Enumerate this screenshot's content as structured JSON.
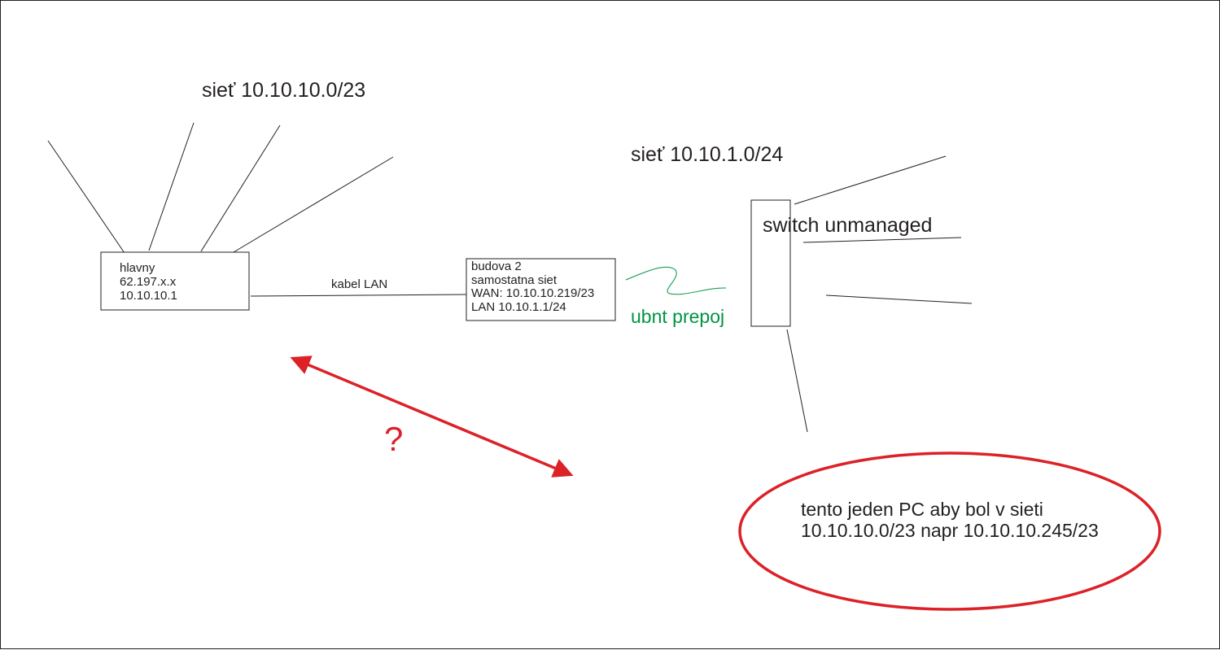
{
  "colors": {
    "ink": "#231f20",
    "alert": "#dc2127",
    "wireless": "#009443",
    "background": "#ffffff"
  },
  "networks": {
    "main_label": "sieť 10.10.10.0/23",
    "building_label": "sieť 10.10.1.0/24"
  },
  "main_router": {
    "lines": [
      "hlavny",
      "62.197.x.x",
      "10.10.10.1"
    ]
  },
  "building_router": {
    "lines": [
      "budova 2",
      "samostatna siet",
      "WAN: 10.10.10.219/23",
      "LAN 10.10.1.1/24"
    ]
  },
  "cable": {
    "label": "kabel LAN"
  },
  "wireless_link": {
    "label": "ubnt prepoj"
  },
  "switch": {
    "label": "switch unmanaged"
  },
  "question": {
    "label": "?"
  },
  "target_pc": {
    "lines": [
      "tento jeden PC aby bol v sieti",
      "10.10.10.0/23 napr 10.10.10.245/23"
    ]
  }
}
